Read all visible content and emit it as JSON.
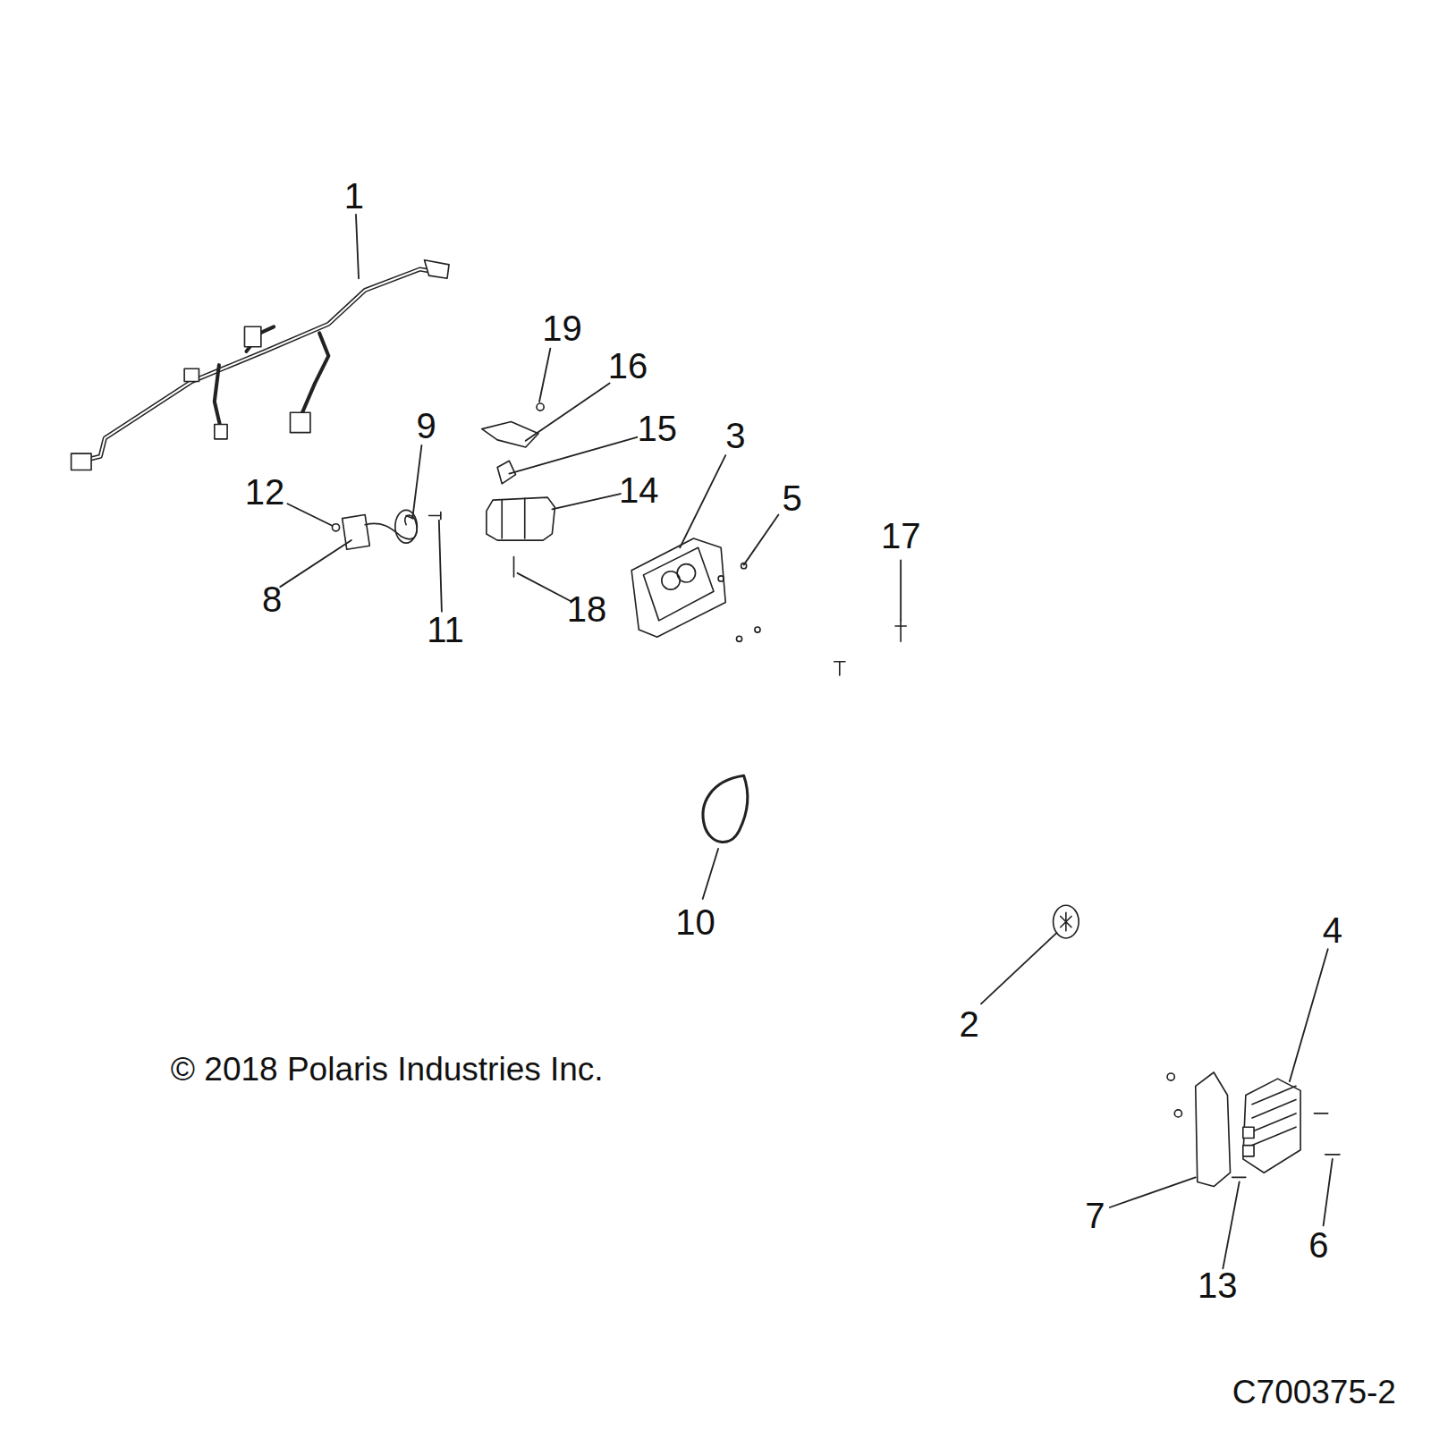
{
  "diagram": {
    "labels": [
      "1",
      "19",
      "16",
      "9",
      "15",
      "3",
      "12",
      "14",
      "5",
      "17",
      "8",
      "18",
      "11",
      "10",
      "4",
      "2",
      "© 2018 Polaris Industries Inc.",
      "7",
      "6",
      "13",
      "C700375-2"
    ]
  }
}
